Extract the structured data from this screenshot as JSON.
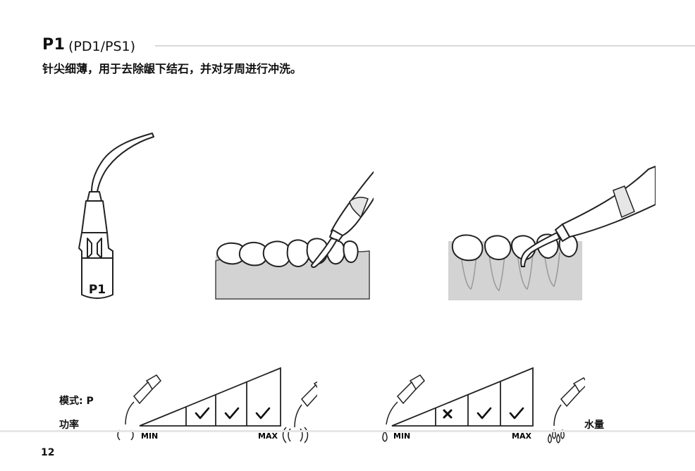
{
  "header": {
    "code": "P1",
    "subcode": "(PD1/PS1)",
    "description": "针尖细薄，用于去除龈下结石，并对牙周进行冲洗。"
  },
  "tip_illustration": {
    "label": "P1"
  },
  "settings": {
    "mode_label": "模式: P",
    "power_label": "功率",
    "water_label": "水量",
    "power_scale": {
      "min_label": "MIN",
      "max_label": "MAX",
      "levels": [
        "check",
        "check",
        "check"
      ],
      "min_icon": "vibration-low-icon",
      "max_icon": "vibration-high-icon"
    },
    "water_scale": {
      "min_label": "MIN",
      "max_label": "MAX",
      "levels": [
        "cross",
        "check",
        "check"
      ],
      "min_icon": "water-drop-low-icon",
      "max_icon": "water-drops-high-icon"
    }
  },
  "footer": {
    "page_number": "12"
  }
}
